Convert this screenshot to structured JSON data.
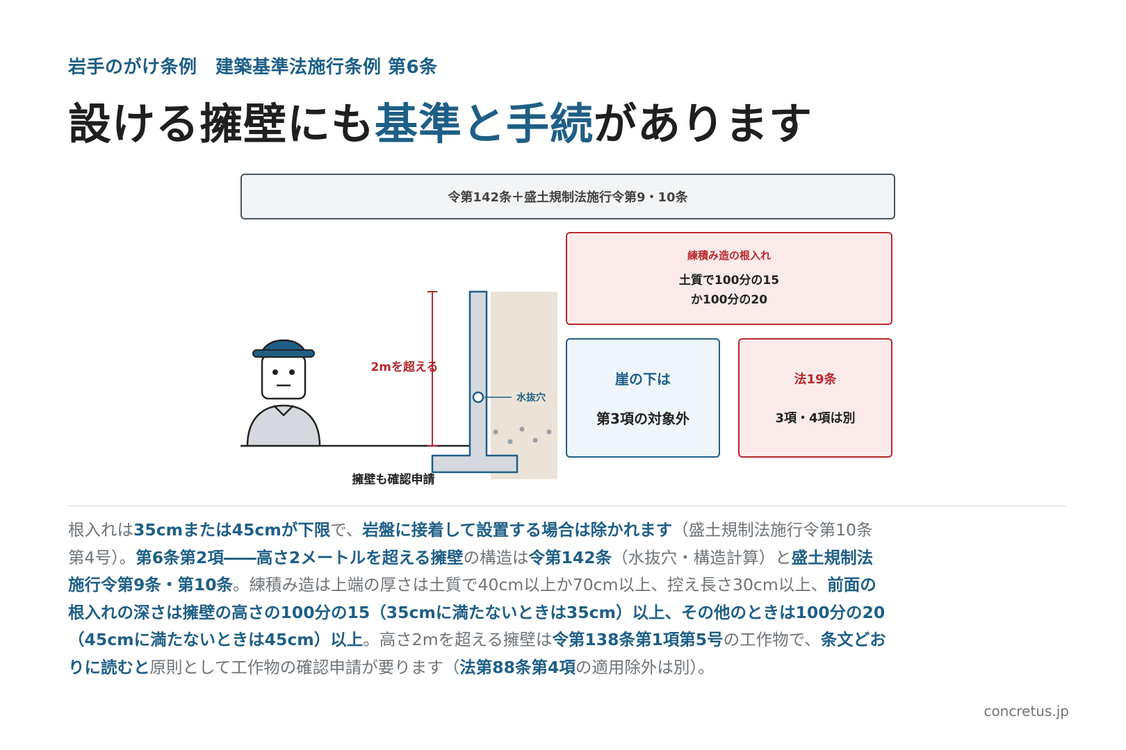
{
  "header": {
    "subtitle": "岩手のがけ条例　建築基準法施行条例 第6条",
    "headline_prefix": "設ける擁壁にも",
    "headline_accent": "基準と手続",
    "headline_suffix": "があります"
  },
  "diagram": {
    "law_box": "令第142条＋盛土規制法施行令第9・10条",
    "height_label": "2mを超える",
    "drain_label": "水抜穴",
    "wall_caption": "擁壁も確認申請",
    "cards": {
      "top_title": "練積み造の根入れ",
      "top_line1": "土質で100分の15",
      "top_line2": "か100分の20",
      "cliff_title": "崖の下は",
      "cliff_body": "第3項の対象外",
      "law_title": "法19条",
      "law_body": "3項・4項は別"
    },
    "colors": {
      "accent_blue": "#1f5f86",
      "accent_red": "#b8282d",
      "wall_gray": "#d5d9dd",
      "soil_beige": "#ebe3d7"
    }
  },
  "body": {
    "s1": "根入れは",
    "b1": "35cmまたは45cmが下限",
    "s2": "で、",
    "b2": "岩盤に接着して設置する場合は除かれます",
    "s3": "（盛土規制法施行令第10条第4号）。",
    "b3": "第6条第2項――高さ2メートルを超える擁壁",
    "s4": "の構造は",
    "b4": "令第142条",
    "s5": "（水抜穴・構造計算）と",
    "b5": "盛土規制法施行令第9条・第10条",
    "s6": "。練積み造は上端の厚さは土質で40cm以上か70cm以上、控え長さ30cm以上、",
    "b6": "前面の根入れの深さは擁壁の高さの100分の15（35cmに満たないときは35cm）以上、その他のときは100分の20（45cmに満たないときは45cm）以上",
    "s7": "。高さ2mを超える擁壁は",
    "b7": "令第138条第1項第5号",
    "s8": "の工作物で、",
    "b8": "条文どおりに読むと",
    "s9": "原則として工作物の確認申請が要ります（",
    "b9": "法第88条第4項",
    "s10": "の適用除外は別）。"
  },
  "footer": {
    "credit": "concretus.jp"
  }
}
